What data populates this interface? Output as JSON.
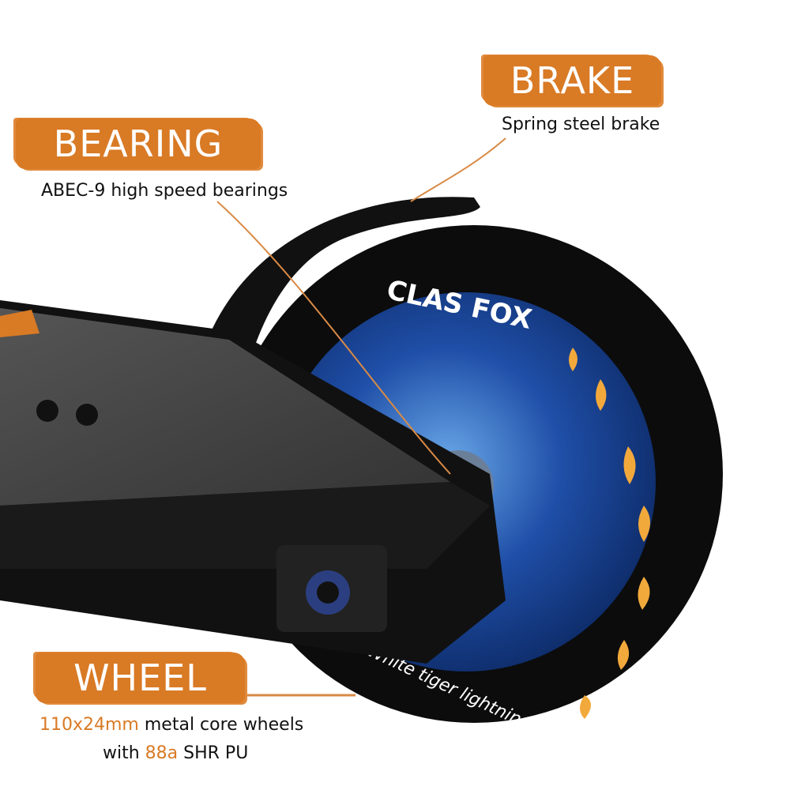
{
  "colors": {
    "accent": "#d97a25",
    "text": "#111111"
  },
  "brake": {
    "title": "BRAKE",
    "desc": "Spring steel brake"
  },
  "bearing": {
    "title": "BEARING",
    "desc": "ABEC-9 high speed bearings"
  },
  "wheel": {
    "title": "WHEEL",
    "size": "110x24mm",
    "desc1": " metal core wheels",
    "with": "with ",
    "hardness": "88a",
    "desc2": " SHR PU"
  },
  "product": {
    "wheel_brand": "CLAS FOX",
    "wheel_text": "White tiger lightning"
  }
}
